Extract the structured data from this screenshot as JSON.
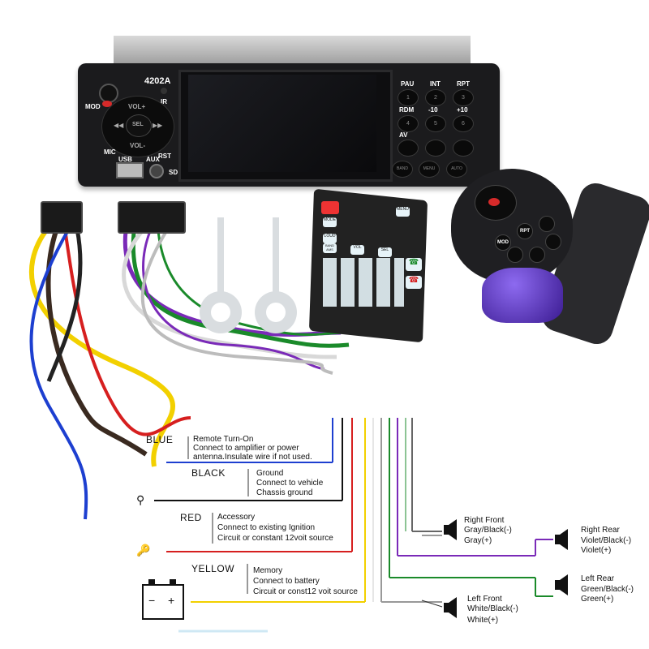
{
  "head_unit": {
    "model": "4202A",
    "labels": {
      "mod": "MOD",
      "ir": "IR",
      "vol_up": "VOL+",
      "sel": "SEL",
      "vol_down": "VOL-",
      "mic": "MIC",
      "usb": "USB",
      "aux": "AUX",
      "rst": "RST",
      "sd": "SD"
    },
    "keypad": {
      "row_labels_1": [
        "PAU",
        "INT",
        "RPT"
      ],
      "row_labels_2": [
        "RDM",
        "-10",
        "+10"
      ],
      "row_labels_3": [
        "AV"
      ],
      "bottom_labels": [
        "BAND",
        "MENU",
        "AUTO"
      ]
    }
  },
  "remote": {
    "labels": [
      "MODE",
      "MENU",
      "BAND AMS",
      "VOL",
      "SEL",
      "LOUD"
    ]
  },
  "wheel_remote": {
    "labels": [
      "MOD",
      "RPT"
    ]
  },
  "wiring": {
    "blue": {
      "color_name": "BLUE",
      "title": "Remote Turn-On",
      "line1": "Connect to amplifier or power",
      "line2": "antenna.Insulate wire if not used."
    },
    "black": {
      "color_name": "BLACK",
      "title": "Ground",
      "line1": "Connect to vehicle",
      "line2": "Chassis ground"
    },
    "red": {
      "color_name": "RED",
      "title": "Accessory",
      "line1": "Connect to existing Ignition",
      "line2": "Circuit or constant 12voit source"
    },
    "yellow": {
      "color_name": "YELLOW",
      "title": "Memory",
      "line1": "Connect to battery",
      "line2": "Circuit or const12 voit source"
    },
    "speakers": {
      "right_front": {
        "title": "Right Front",
        "line1": "Gray/Black(-)",
        "line2": "Gray(+)"
      },
      "right_rear": {
        "title": "Right Rear",
        "line1": "Violet/Black(-)",
        "line2": "Violet(+)"
      },
      "left_rear": {
        "title": "Left Rear",
        "line1": "Green/Black(-)",
        "line2": "Green(+)"
      },
      "left_front": {
        "title": "Left Front",
        "line1": "White/Black(-)",
        "line2": "White(+)"
      }
    }
  },
  "colors": {
    "blue": "#1d3fd0",
    "black": "#111111",
    "red": "#d61f1f",
    "yellow": "#f2d000",
    "gray": "#8a8a8a",
    "violet": "#7a2ab8",
    "green": "#1a8a2a",
    "white": "#cfcfcf"
  }
}
